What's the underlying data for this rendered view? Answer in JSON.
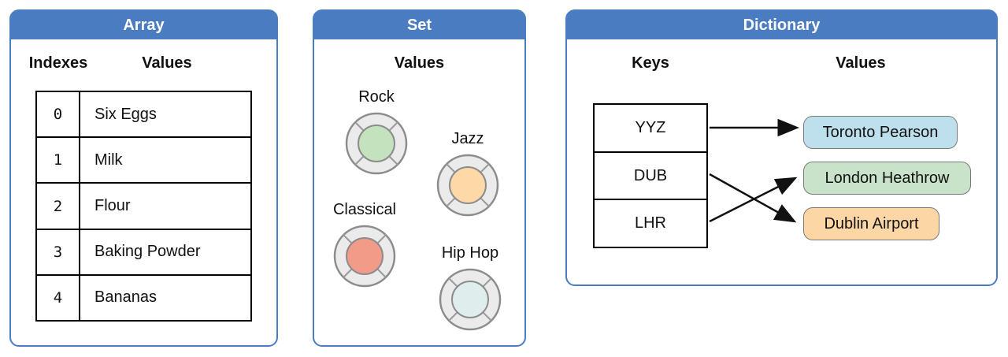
{
  "colors": {
    "accent_blue": "#4a7cc2",
    "table_border": "#000000",
    "badge_ring_fill": "#ebebeb",
    "badge_ring_stroke": "#8c8c8c",
    "pill_border": "#7a7a7a"
  },
  "array": {
    "title": "Array",
    "col_indexes": "Indexes",
    "col_values": "Values",
    "rows": [
      {
        "index": "0",
        "value": "Six Eggs"
      },
      {
        "index": "1",
        "value": "Milk"
      },
      {
        "index": "2",
        "value": "Flour"
      },
      {
        "index": "3",
        "value": "Baking Powder"
      },
      {
        "index": "4",
        "value": "Bananas"
      }
    ]
  },
  "set": {
    "title": "Set",
    "col_values": "Values",
    "items": [
      {
        "label": "Rock",
        "color": "#c4e2bd"
      },
      {
        "label": "Jazz",
        "color": "#fcd9a7"
      },
      {
        "label": "Classical",
        "color": "#f29b88"
      },
      {
        "label": "Hip Hop",
        "color": "#dfeeed"
      }
    ]
  },
  "dictionary": {
    "title": "Dictionary",
    "col_keys": "Keys",
    "col_values": "Values",
    "keys": [
      "YYZ",
      "DUB",
      "LHR"
    ],
    "values": [
      {
        "label": "Toronto Pearson",
        "color": "#bee0ec"
      },
      {
        "label": "London Heathrow",
        "color": "#c8e3c9"
      },
      {
        "label": "Dublin Airport",
        "color": "#fcd7a5"
      }
    ],
    "mappings": [
      {
        "key": "YYZ",
        "value": "Toronto Pearson"
      },
      {
        "key": "DUB",
        "value": "Dublin Airport"
      },
      {
        "key": "LHR",
        "value": "London Heathrow"
      }
    ]
  }
}
